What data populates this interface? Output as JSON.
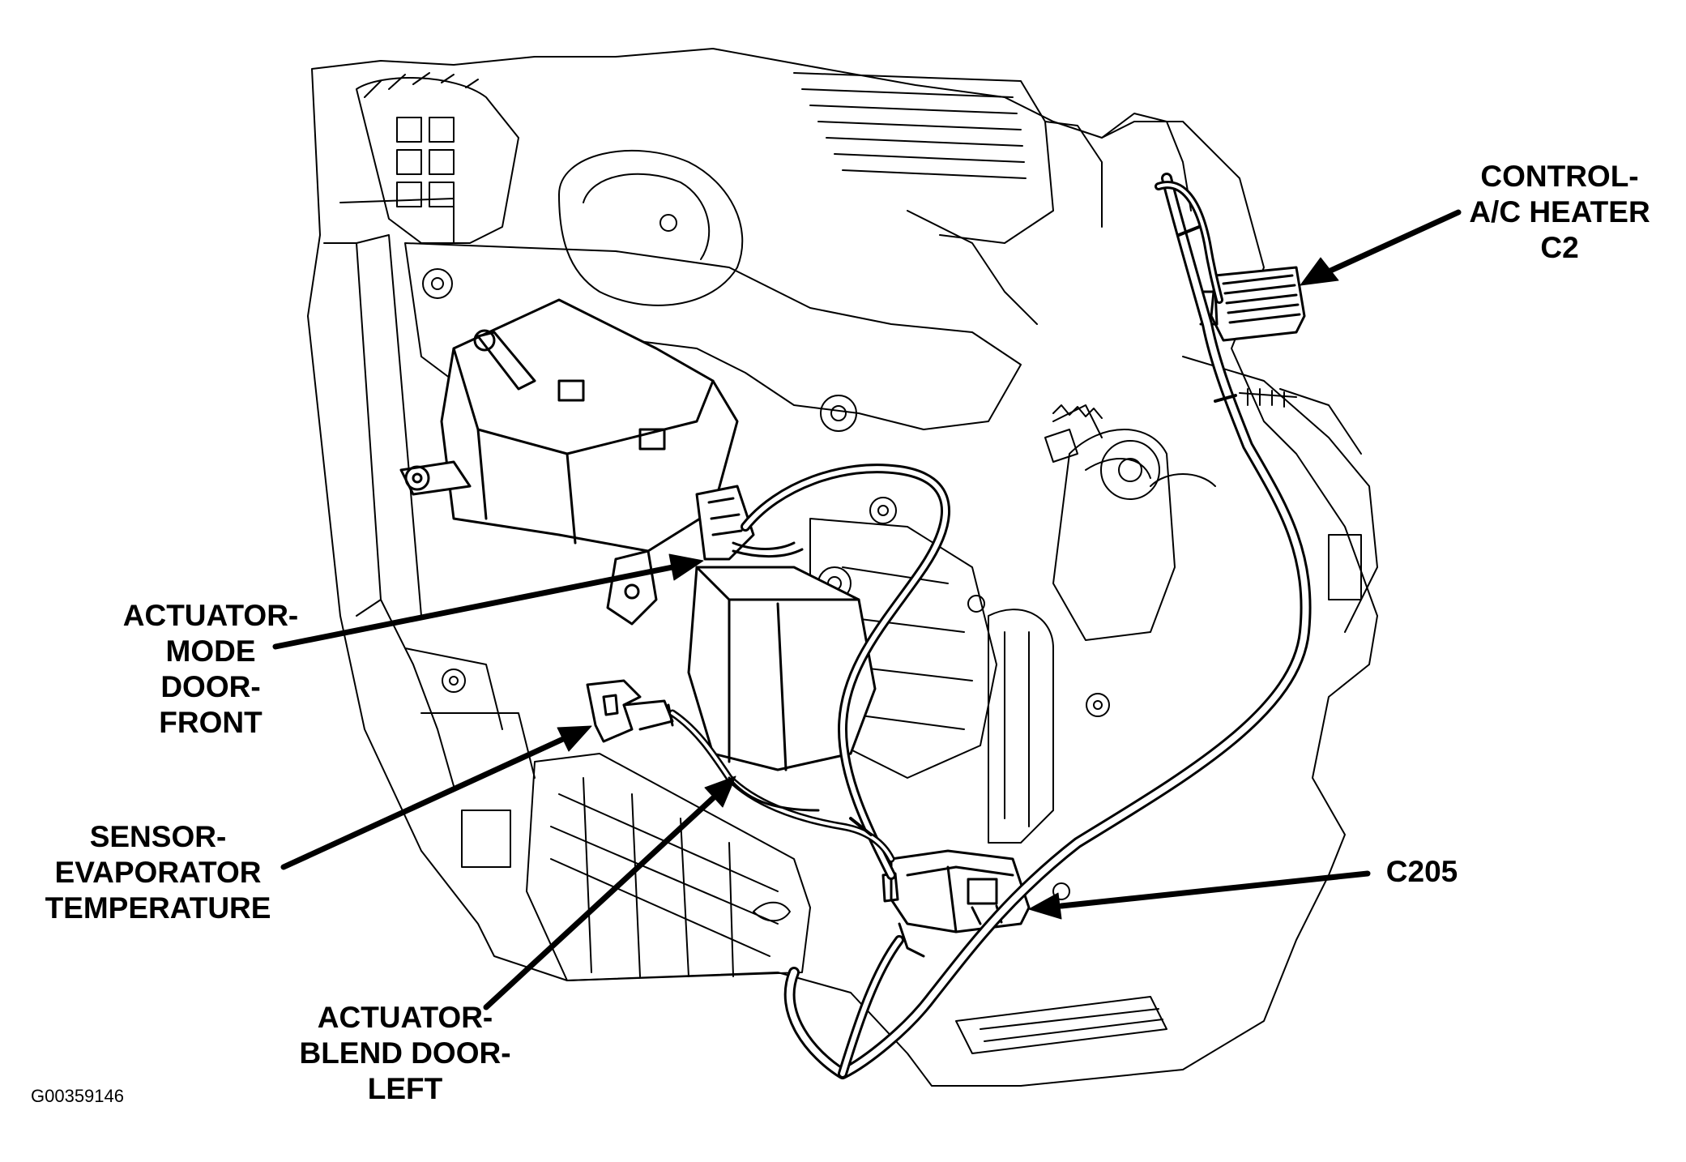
{
  "labels": {
    "control_ac_heater": [
      "CONTROL-",
      "A/C HEATER",
      "C2"
    ],
    "actuator_mode_door": [
      "ACTUATOR-",
      "MODE",
      "DOOR-",
      "FRONT"
    ],
    "sensor_evaporator": [
      "SENSOR-",
      "EVAPORATOR",
      "TEMPERATURE"
    ],
    "actuator_blend_door": [
      "ACTUATOR-",
      "BLEND DOOR-",
      "LEFT"
    ],
    "c205": "C205"
  },
  "figure_id": "G00359146",
  "colors": {
    "line": "#000000",
    "background": "#ffffff"
  }
}
